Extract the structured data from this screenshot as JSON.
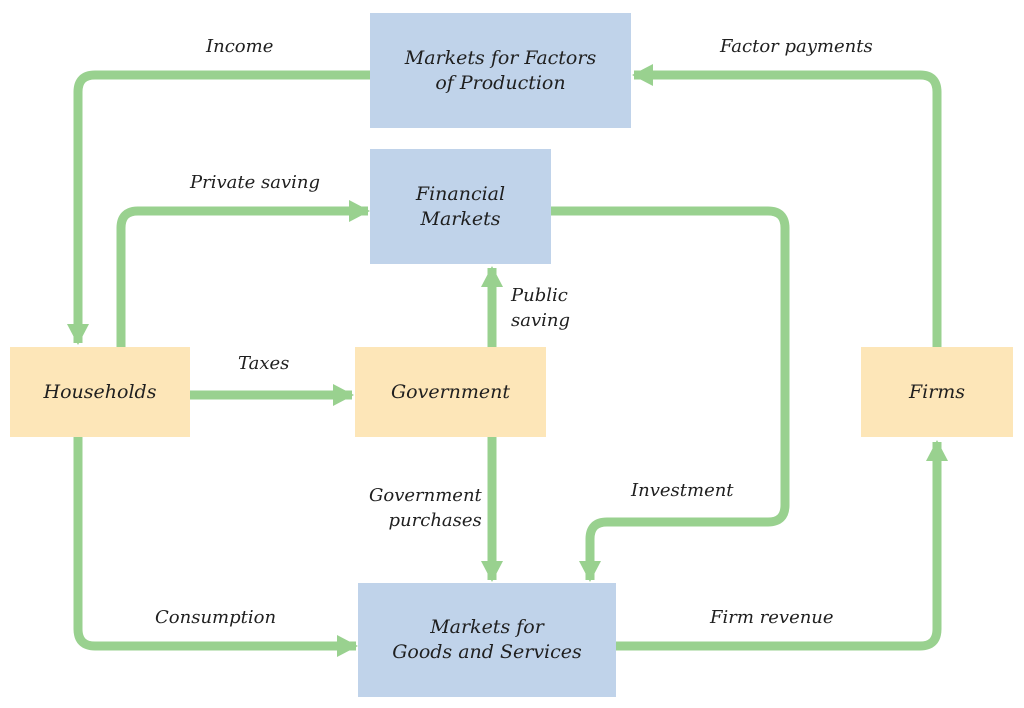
{
  "colors": {
    "flow_arrow": "#99d18f",
    "market_box": "#c0d3ea",
    "agent_box": "#fde6b8",
    "text": "#1f1f1f"
  },
  "nodes": {
    "factor_markets": "Markets for Factors\nof Production",
    "financial_markets": "Financial\nMarkets",
    "households": "Households",
    "government": "Government",
    "firms": "Firms",
    "goods_markets": "Markets for\nGoods and Services"
  },
  "flows": {
    "income": "Income",
    "factor_payments": "Factor payments",
    "private_saving": "Private saving",
    "public_saving": "Public\nsaving",
    "taxes": "Taxes",
    "government_purchases": "Government\npurchases",
    "investment": "Investment",
    "consumption": "Consumption",
    "firm_revenue": "Firm revenue"
  }
}
